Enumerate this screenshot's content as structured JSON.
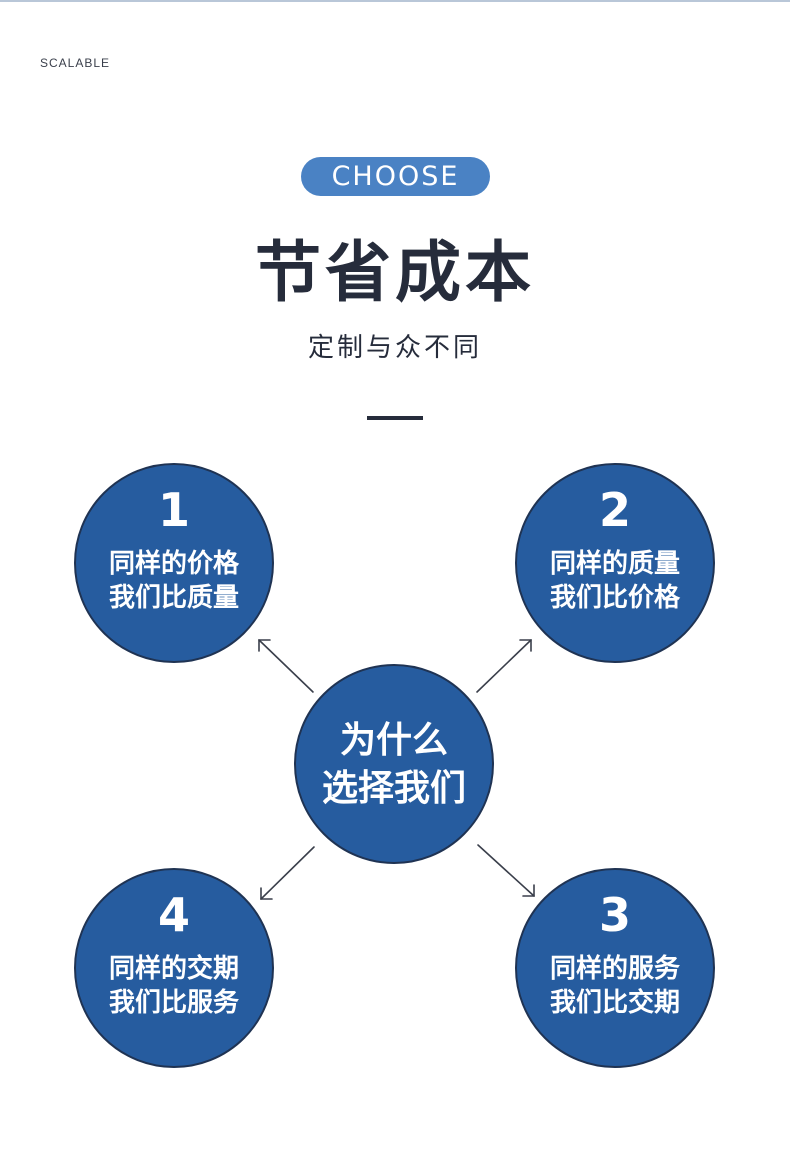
{
  "header": {
    "brand": "SCALABLE",
    "badge": "CHOOSE",
    "title": "节省成本",
    "subtitle": "定制与众不同"
  },
  "center": {
    "line1": "为什么",
    "line2": "选择我们"
  },
  "points": {
    "p1": {
      "number": "1",
      "line1": "同样的价格",
      "line2": "我们比质量"
    },
    "p2": {
      "number": "2",
      "line1": "同样的质量",
      "line2": "我们比价格"
    },
    "p3": {
      "number": "3",
      "line1": "同样的服务",
      "line2": "我们比交期"
    },
    "p4": {
      "number": "4",
      "line1": "同样的交期",
      "line2": "我们比服务"
    }
  },
  "colors": {
    "circle_fill": "#265c9f",
    "badge_fill": "#4a82c4",
    "title_text": "#262c3b"
  }
}
